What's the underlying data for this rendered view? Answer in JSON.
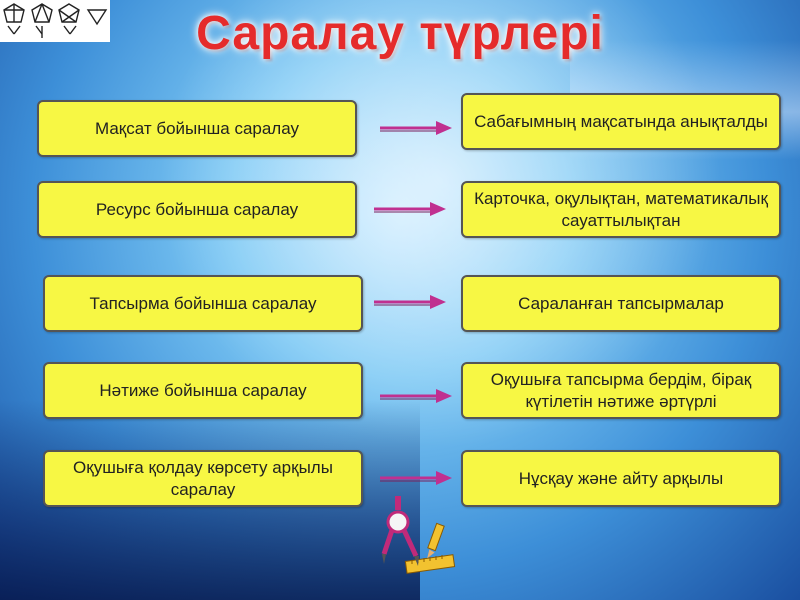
{
  "title": "Саралау түрлері",
  "rows": [
    {
      "left": "Мақсат бойынша саралау",
      "right": "Сабағымның мақсатында анықталды"
    },
    {
      "left": "Ресурс бойынша саралау",
      "right": "Карточка, оқулықтан, математикалық сауаттылықтан"
    },
    {
      "left": "Тапсырма бойынша саралау",
      "right": "Сараланған тапсырмалар"
    },
    {
      "left": "Нәтиже бойынша саралау",
      "right": "Оқушыға тапсырма бердім, бірақ күтілетін нәтиже әртүрлі"
    },
    {
      "left": "Оқушыға қолдау көрсету арқылы саралау",
      "right": "Нұсқау және айту арқылы"
    }
  ],
  "icons": {
    "logo": "geometric-shapes-icon",
    "compass": "compass-ruler-icon"
  },
  "colors": {
    "title": "#e52b2b",
    "box_fill": "#f7f744",
    "arrow": "#c03090"
  }
}
